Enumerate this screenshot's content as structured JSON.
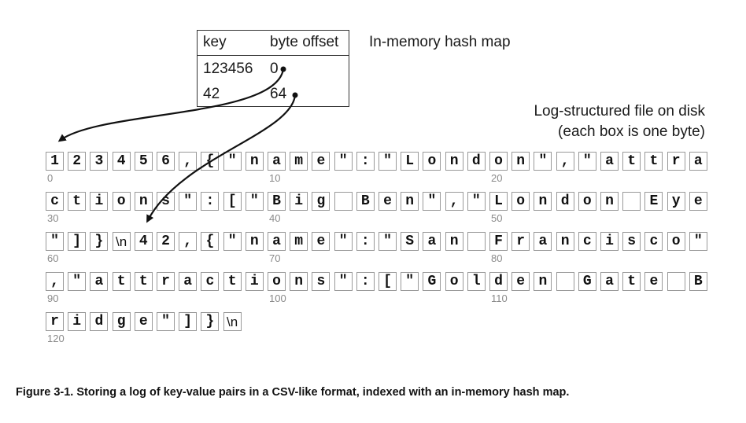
{
  "hash_map": {
    "title": "In-memory hash map",
    "headers": {
      "key": "key",
      "offset": "byte offset"
    },
    "rows": [
      {
        "key": "123456",
        "offset": "0"
      },
      {
        "key": "42",
        "offset": "64"
      }
    ]
  },
  "log_file": {
    "title_line1": "Log-structured file on disk",
    "title_line2": "(each box is one byte)",
    "rows": [
      {
        "start_label": "0",
        "bytes": [
          "1",
          "2",
          "3",
          "4",
          "5",
          "6",
          ",",
          "{",
          "\"",
          "n",
          "a",
          "m",
          "e",
          "\"",
          ":",
          "\"",
          "L",
          "o",
          "n",
          "d",
          "o",
          "n",
          "\"",
          ",",
          "\"",
          "a",
          "t",
          "t",
          "r",
          "a"
        ],
        "offset_labels": [
          {
            "index": 0,
            "text": "0"
          },
          {
            "index": 10,
            "text": "10"
          },
          {
            "index": 20,
            "text": "20"
          }
        ]
      },
      {
        "start_label": "30",
        "bytes": [
          "c",
          "t",
          "i",
          "o",
          "n",
          "s",
          "\"",
          ":",
          "[",
          "\"",
          "B",
          "i",
          "g",
          " ",
          "B",
          "e",
          "n",
          "\"",
          ",",
          "\"",
          "L",
          "o",
          "n",
          "d",
          "o",
          "n",
          " ",
          "E",
          "y",
          "e"
        ],
        "offset_labels": [
          {
            "index": 0,
            "text": "30"
          },
          {
            "index": 10,
            "text": "40"
          },
          {
            "index": 20,
            "text": "50"
          }
        ]
      },
      {
        "start_label": "60",
        "bytes": [
          "\"",
          "]",
          "}",
          "\\n",
          "4",
          "2",
          ",",
          "{",
          "\"",
          "n",
          "a",
          "m",
          "e",
          "\"",
          ":",
          "\"",
          "S",
          "a",
          "n",
          " ",
          "F",
          "r",
          "a",
          "n",
          "c",
          "i",
          "s",
          "c",
          "o",
          "\""
        ],
        "offset_labels": [
          {
            "index": 0,
            "text": "60"
          },
          {
            "index": 10,
            "text": "70"
          },
          {
            "index": 20,
            "text": "80"
          }
        ]
      },
      {
        "start_label": "90",
        "bytes": [
          ",",
          "\"",
          "a",
          "t",
          "t",
          "r",
          "a",
          "c",
          "t",
          "i",
          "o",
          "n",
          "s",
          "\"",
          ":",
          "[",
          "\"",
          "G",
          "o",
          "l",
          "d",
          "e",
          "n",
          " ",
          "G",
          "a",
          "t",
          "e",
          " ",
          "B"
        ],
        "offset_labels": [
          {
            "index": 0,
            "text": "90"
          },
          {
            "index": 10,
            "text": "100"
          },
          {
            "index": 20,
            "text": "110"
          }
        ]
      },
      {
        "start_label": "120",
        "bytes": [
          "r",
          "i",
          "d",
          "g",
          "e",
          "\"",
          "]",
          "}",
          "\\n"
        ],
        "offset_labels": [
          {
            "index": 0,
            "text": "120"
          }
        ]
      }
    ]
  },
  "caption": "Figure 3-1. Storing a log of key-value pairs in a CSV-like format, indexed with an in-memory hash map."
}
